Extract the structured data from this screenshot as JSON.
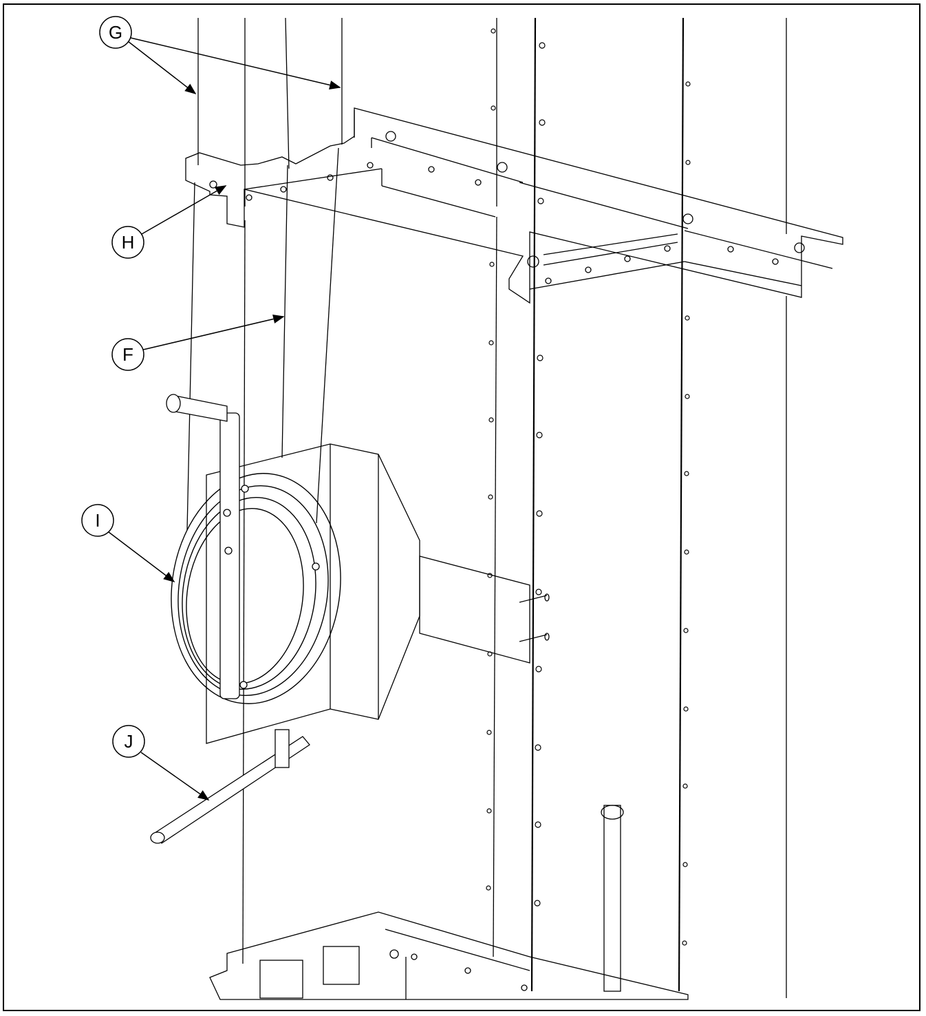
{
  "callouts": {
    "g": "G",
    "h": "H",
    "f": "F",
    "i": "I",
    "j": "J"
  },
  "colors": {
    "line": "#000000",
    "background": "#ffffff"
  }
}
